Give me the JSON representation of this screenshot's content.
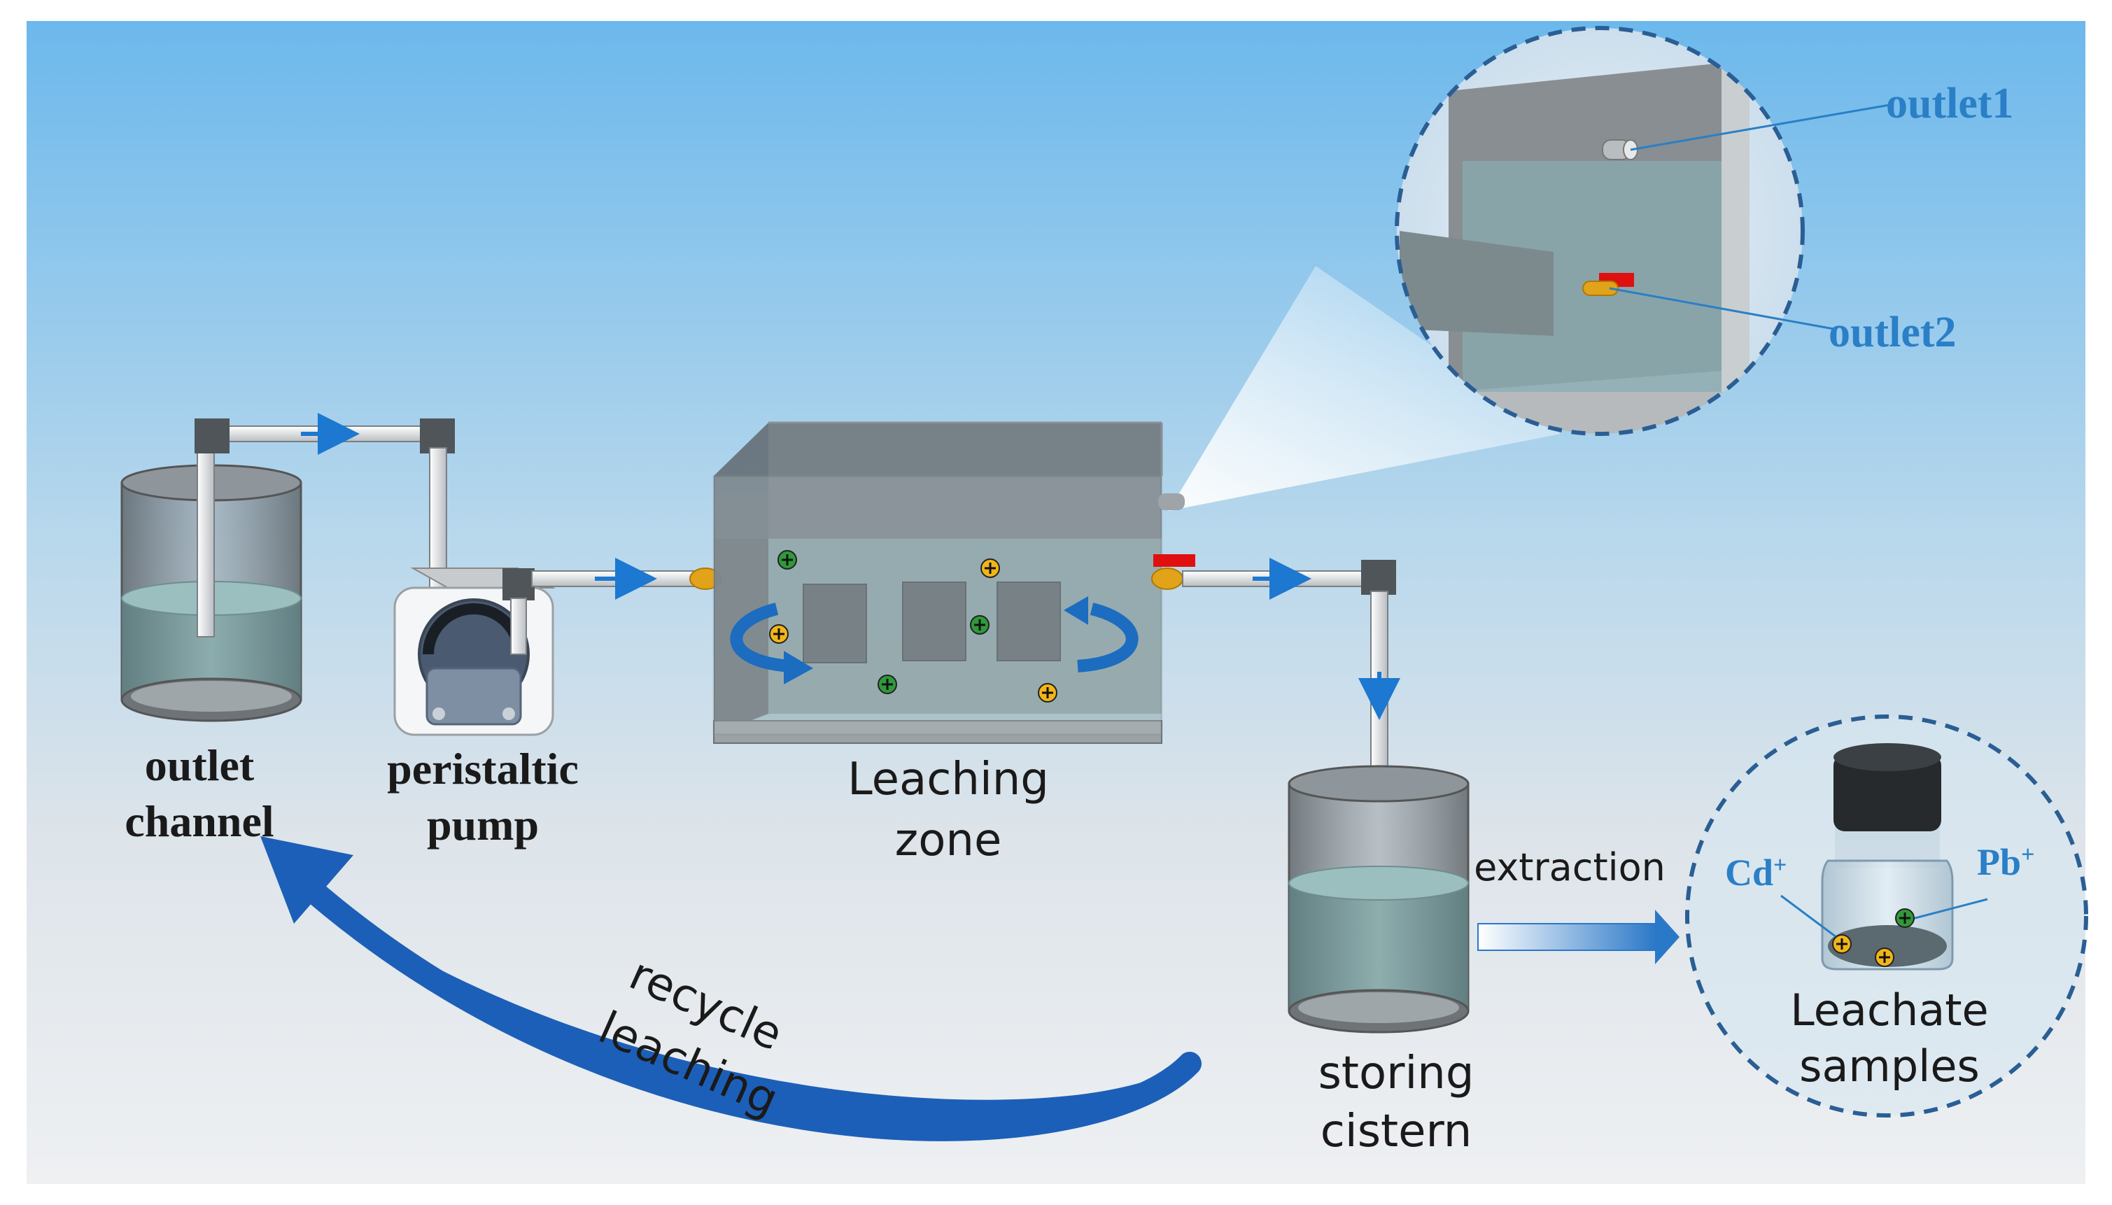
{
  "labels": {
    "outlet_channel": [
      "outlet",
      "channel"
    ],
    "peristaltic_pump": [
      "peristaltic",
      "pump"
    ],
    "leaching_zone": [
      "Leaching",
      "zone"
    ],
    "storing_cistern": [
      "storing",
      "cistern"
    ],
    "recycle_leaching": [
      "recycle",
      "leaching"
    ],
    "extraction": "extraction",
    "leachate_samples": [
      "Leachate",
      "samples"
    ],
    "outlet1": "outlet1",
    "outlet2": "outlet2",
    "cd": "Cd",
    "pb": "Pb",
    "ion_charge": "+"
  },
  "colors": {
    "sky_top": "#6cb8ec",
    "sky_bottom": "#eef0f2",
    "accent_blue": "#1c6cc0",
    "label_blue": "#2a7fc6",
    "tank_grey": "#7d8489",
    "water": "#8fb8b8",
    "ion_yellow": "#f2b519",
    "ion_green": "#2f9a3a",
    "valve_red": "#e01010"
  }
}
